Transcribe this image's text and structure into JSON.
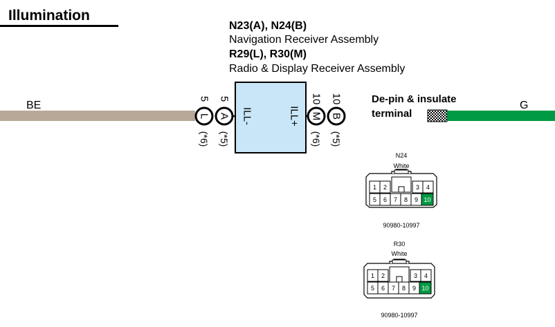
{
  "section_title": "Illumination",
  "component": {
    "line1": "N23(A), N24(B)",
    "line2": "Navigation Receiver Assembly",
    "line3": "R29(L), R30(M)",
    "line4": "Radio & Display Receiver Assembly",
    "pin_left_label": "ILL-",
    "pin_right_label": "ILL+"
  },
  "wires": {
    "left_color_code": "BE",
    "right_color_code": "G",
    "colors": {
      "BE": "#b8a898",
      "G": "#009944"
    }
  },
  "terminals": [
    {
      "pin": "5",
      "letter": "L",
      "note": "(*6)"
    },
    {
      "pin": "5",
      "letter": "A",
      "note": "(*5)"
    },
    {
      "pin": "10",
      "letter": "M",
      "note": "(*6)"
    },
    {
      "pin": "10",
      "letter": "B",
      "note": "(*5)"
    }
  ],
  "depin_note": {
    "line1": "De-pin & insulate",
    "line2": "terminal"
  },
  "connectors": [
    {
      "name": "N24",
      "color": "White",
      "part_number": "90980-10997",
      "top_row": [
        "1",
        "2",
        "3",
        "4"
      ],
      "bottom_row": [
        "5",
        "6",
        "7",
        "8",
        "9",
        "10"
      ],
      "highlight_pin": "10",
      "highlight_color": "#009944"
    },
    {
      "name": "R30",
      "color": "White",
      "part_number": "90980-10997",
      "top_row": [
        "1",
        "2",
        "3",
        "4"
      ],
      "bottom_row": [
        "5",
        "6",
        "7",
        "8",
        "9",
        "10"
      ],
      "highlight_pin": "10",
      "highlight_color": "#009944"
    }
  ],
  "colors": {
    "component_fill": "#c8e6f8",
    "line": "#000000"
  }
}
